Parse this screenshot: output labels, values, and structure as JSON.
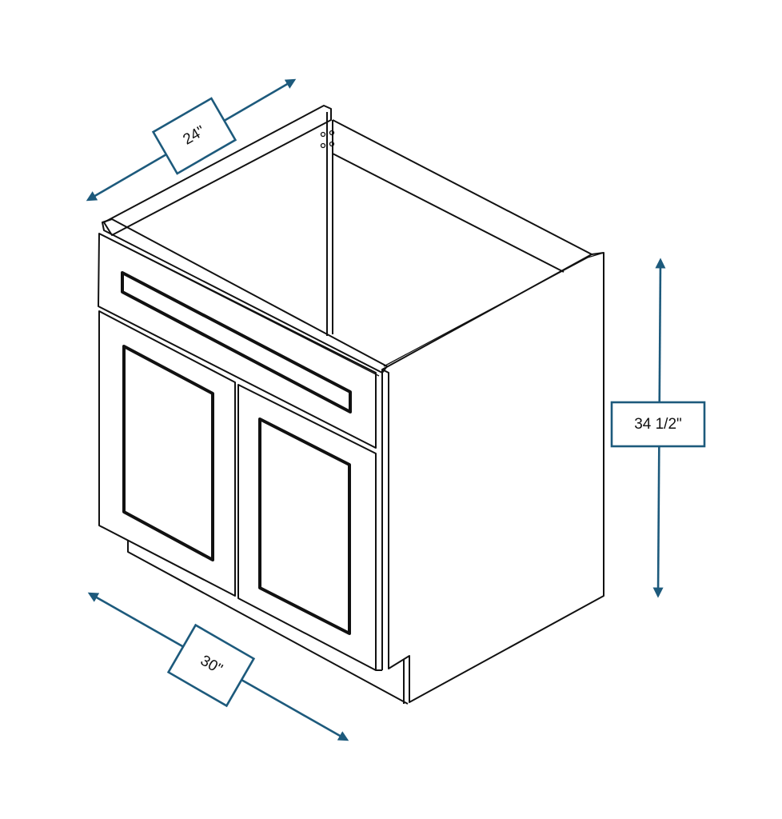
{
  "dimensions": {
    "depth": "24\"",
    "width": "30\"",
    "height": "34 1/2\""
  },
  "colors": {
    "dimension_lines": "#1d5a7c",
    "outline": "#111111"
  }
}
